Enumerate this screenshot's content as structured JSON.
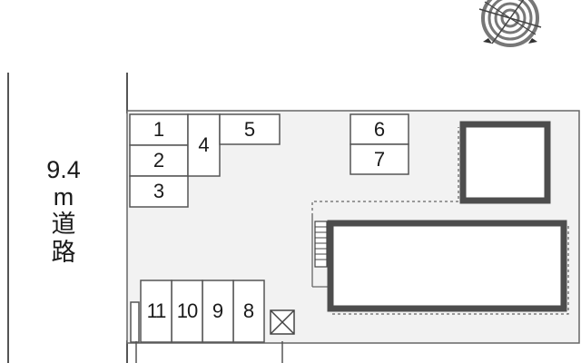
{
  "road": {
    "width_value": "9.4",
    "unit": "m",
    "char1": "道",
    "char2": "路"
  },
  "parking": {
    "spaces": [
      "1",
      "2",
      "3",
      "4",
      "5",
      "6",
      "7",
      "8",
      "9",
      "10",
      "11"
    ]
  },
  "colors": {
    "lines": "#555555",
    "site_fill": "#f2f2f2",
    "building_wall": "#4d4d4d",
    "text": "#1a1a1a"
  },
  "compass": {
    "icon": "compass-rose-icon"
  }
}
